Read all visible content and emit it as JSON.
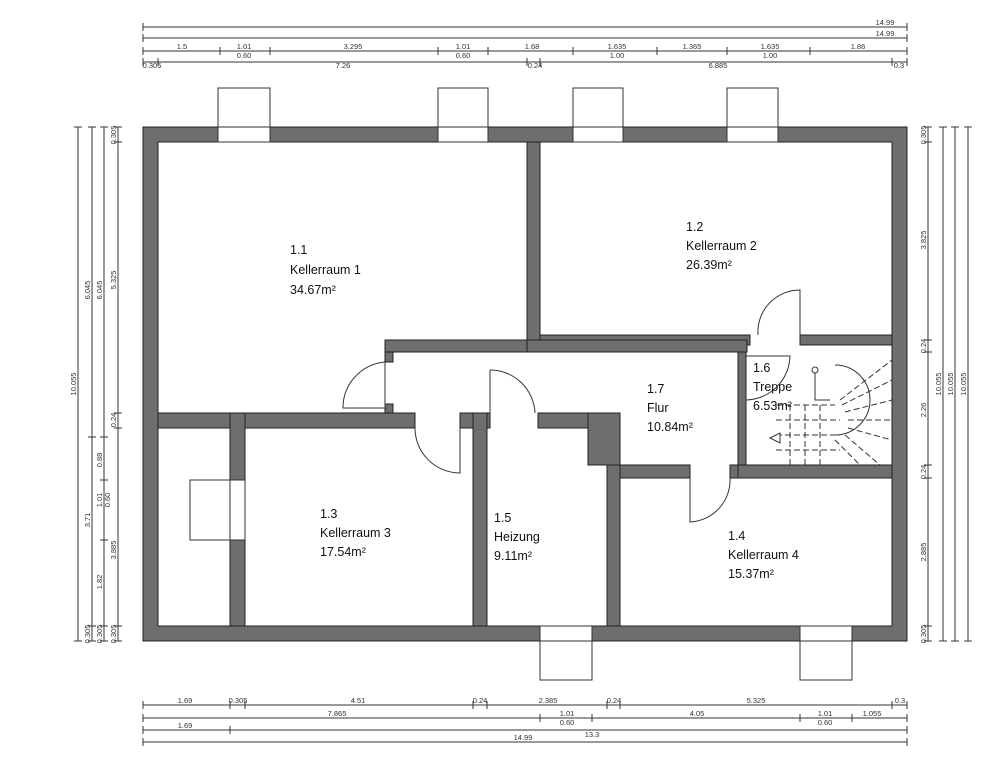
{
  "rooms": [
    {
      "number": "1.1",
      "name": "Kellerraum 1",
      "area": "34.67m²"
    },
    {
      "number": "1.2",
      "name": "Kellerraum 2",
      "area": "26.39m²"
    },
    {
      "number": "1.3",
      "name": "Kellerraum 3",
      "area": "17.54m²"
    },
    {
      "number": "1.4",
      "name": "Kellerraum 4",
      "area": "15.37m²"
    },
    {
      "number": "1.5",
      "name": "Heizung",
      "area": "9.11m²"
    },
    {
      "number": "1.6",
      "name": "Treppe",
      "area": "6.53m²"
    },
    {
      "number": "1.7",
      "name": "Flur",
      "area": "10.84m²"
    }
  ],
  "dimensions": {
    "top": {
      "row1": [
        "14.99"
      ],
      "row2": [
        "14.99"
      ],
      "row3": [
        "1.5",
        "1.01",
        "3.295",
        "1.01",
        "1.68",
        "1.635",
        "1.365",
        "1.635",
        "1.86"
      ],
      "row3_sub": [
        "0.60",
        "0.60",
        "1.00",
        "1.00"
      ],
      "row4": [
        "0.305",
        "7.26",
        "0.24",
        "6.885",
        "0.3"
      ]
    },
    "bottom": {
      "row1": [
        "1.69",
        "0.305",
        "4.51",
        "0.24",
        "2.385",
        "0.24",
        "5.325",
        "0.3"
      ],
      "row2": [
        "7.865",
        "1.01",
        "4.05",
        "1.01",
        "1.055"
      ],
      "row2_sub": [
        "0.60",
        "13.3",
        "0.60"
      ],
      "row3": [
        "1.69"
      ],
      "row4": [
        "14.99"
      ]
    },
    "left": {
      "row1": [
        "10.055"
      ],
      "row2": [
        "6.045",
        "3.71",
        "0.305"
      ],
      "row3": [
        "6.045",
        "0.88",
        "1.01",
        "0.60",
        "1.82",
        "0.305"
      ],
      "row4": [
        "0.305",
        "5.325",
        "0.24",
        "3.885",
        "0.305"
      ]
    },
    "right": {
      "row1": [
        "0.305",
        "3.825",
        "0.24",
        "2.26",
        "0.24",
        "2.885",
        "0.305"
      ],
      "row2": [
        "10.055"
      ],
      "row3": [
        "10.055"
      ],
      "row4": [
        "10.055"
      ]
    }
  }
}
